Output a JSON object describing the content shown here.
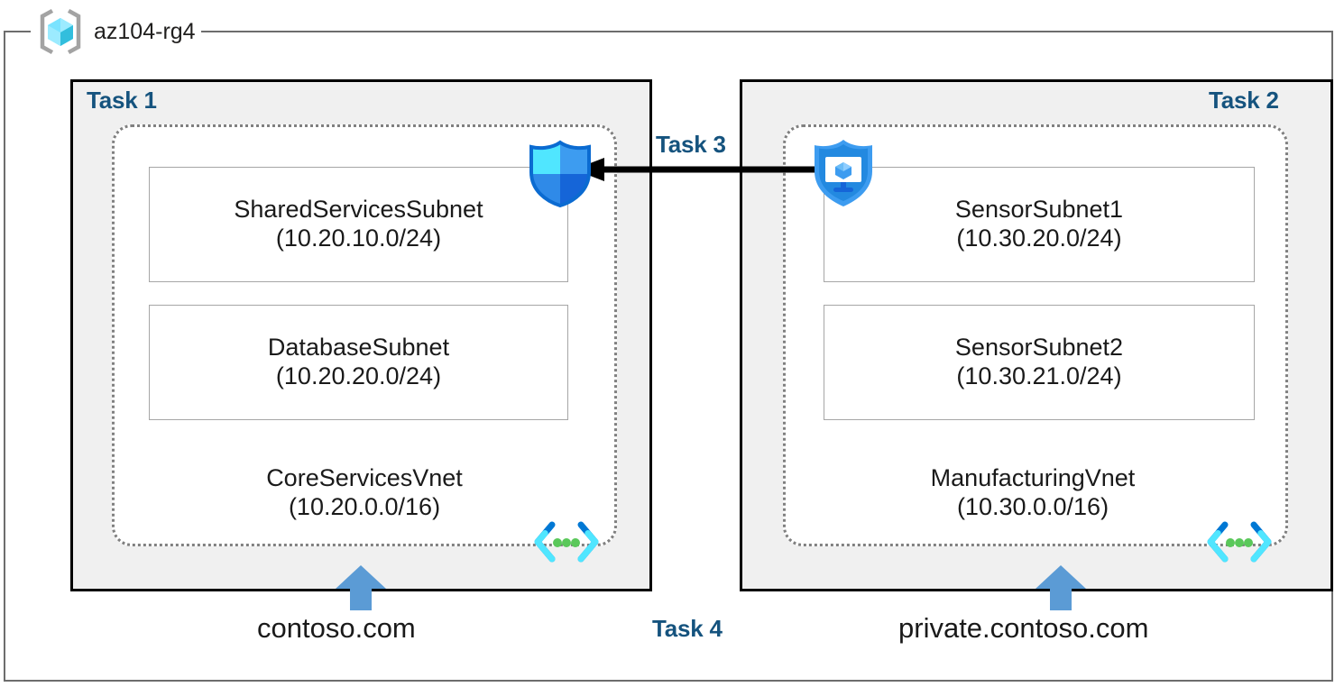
{
  "resource_group": {
    "name": "az104-rg4",
    "icon": "azure-resource-group-cube-icon"
  },
  "tasks": {
    "task1": "Task 1",
    "task2": "Task 2",
    "task3": "Task 3",
    "task4": "Task 4"
  },
  "vnets": [
    {
      "id": "corservices",
      "task": "Task 1",
      "name": "CoreServicesVnet",
      "cidr": "(10.20.0.0/16)",
      "icon": "virtual-network-icon",
      "subnets": [
        {
          "name": "SharedServicesSubnet",
          "cidr": "(10.20.10.0/24)"
        },
        {
          "name": "DatabaseSubnet",
          "cidr": "(10.20.20.0/24)"
        }
      ],
      "dns_zone": "contoso.com"
    },
    {
      "id": "manufacturing",
      "task": "Task 2",
      "name": "ManufacturingVnet",
      "cidr": "(10.30.0.0/16)",
      "icon": "virtual-network-icon",
      "subnets": [
        {
          "name": "SensorSubnet1",
          "cidr": "(10.30.20.0/24)"
        },
        {
          "name": "SensorSubnet2",
          "cidr": "(10.30.21.0/24)"
        }
      ],
      "dns_zone": "private.contoso.com"
    }
  ],
  "icons": {
    "firewall": "azure-firewall-shield-icon",
    "bastion": "azure-bastion-shield-monitor-icon",
    "peering_arrow": "peering-arrow-left-icon",
    "dns_arrow_left": "dns-link-up-arrow-icon",
    "dns_arrow_right": "dns-link-up-arrow-icon"
  },
  "colors": {
    "task_label": "#15537e",
    "panel_fill": "#f0f0f0",
    "panel_border": "#000000",
    "vnet_border": "#808080",
    "subnet_border": "#a6a6a6",
    "frame_border": "#6d6d6d",
    "azure_blue": "#0078d4",
    "azure_cyan": "#50e6ff",
    "vnet_dot_green": "#5ac85a",
    "block_arrow_blue": "#5b9bd5"
  }
}
